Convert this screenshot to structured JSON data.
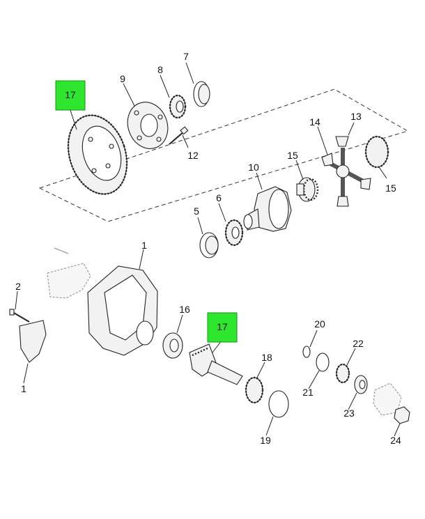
{
  "callouts": {
    "c1a": "1",
    "c1b": "1",
    "c2": "2",
    "c5": "5",
    "c6": "6",
    "c7": "7",
    "c8": "8",
    "c9": "9",
    "c10": "10",
    "c12": "12",
    "c13": "13",
    "c14": "14",
    "c15a": "15",
    "c15b": "15",
    "c16": "16",
    "c18": "18",
    "c19": "19",
    "c20": "20",
    "c21": "21",
    "c22": "22",
    "c23": "23",
    "c24": "24"
  },
  "highlights": {
    "h1": "17",
    "h2": "17"
  },
  "colors": {
    "highlight": "#2ee62e",
    "line": "#222222",
    "background": "#ffffff"
  }
}
